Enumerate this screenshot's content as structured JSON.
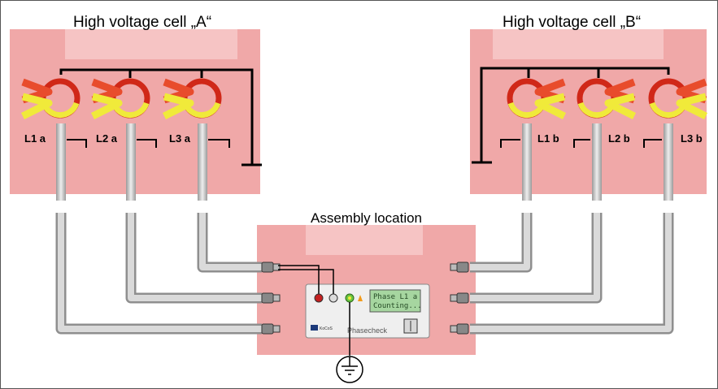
{
  "cell_a": {
    "title": "High voltage cell „A“",
    "phases": [
      "L1 a",
      "L2 a",
      "L3 a"
    ]
  },
  "cell_b": {
    "title": "High voltage cell „B“",
    "phases": [
      "L1 b",
      "L2 b",
      "L3 b"
    ]
  },
  "assembly": {
    "title": "Assembly location",
    "device_name": "Phasecheck",
    "display_line1": "Phase L1 a",
    "display_line2": "Counting...",
    "brand_small": "KoCoS"
  },
  "colors": {
    "box": "#f0a8a8",
    "box_band": "#f6c4c4",
    "clamp_red": "#e84c2c",
    "clamp_yellow": "#f0ea3a",
    "cable": "#cfcfcf",
    "lcd": "#a6d6a0"
  },
  "icons": [
    "clamp-meter-icon",
    "ground-symbol-icon",
    "bnc-connector-icon"
  ]
}
